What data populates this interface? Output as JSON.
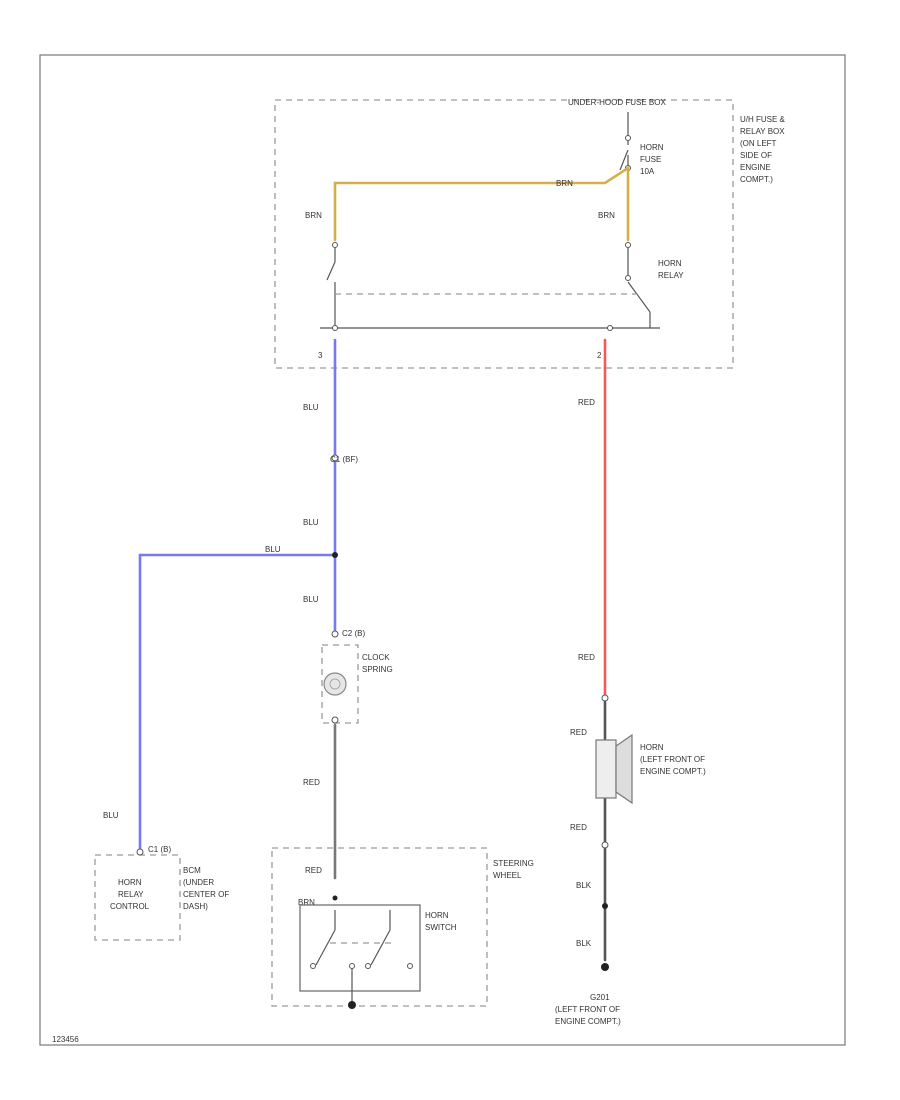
{
  "colors": {
    "brn": "#d4b04a",
    "blu": "#7878f0",
    "red": "#f05a5a",
    "gry": "#777777",
    "blk": "#333333"
  },
  "fuse_panel": {
    "title": "UNDER-HOOD FUSE BOX",
    "desc": [
      "U/H FUSE &",
      "RELAY BOX",
      "(ON LEFT",
      "SIDE OF",
      "ENGINE",
      "COMPT.)"
    ],
    "fuse": [
      "HORN",
      "FUSE",
      "10A"
    ],
    "relay": [
      "HORN",
      "RELAY"
    ],
    "pin_left": "3",
    "pin_right": "2"
  },
  "wires": {
    "brn_top": "BRN",
    "brn_left": "BRN",
    "brn_right": "BRN",
    "blu1": "BLU",
    "blu2": "BLU",
    "blu3": "BLU",
    "blu_branch": "BLU",
    "blu_bottom": "BLU",
    "red1": "RED",
    "red2": "RED",
    "red3": "RED",
    "red4": "RED",
    "blk1": "BLK",
    "blk2": "BLK",
    "gry_mid": "RED"
  },
  "connectors": {
    "c1": "C1 (BF)",
    "c2": "C2 (B)",
    "c3": "C1 (B)"
  },
  "clock_spring": [
    "CLOCK",
    "SPRING"
  ],
  "steering": {
    "label": [
      "STEERING",
      "WHEEL"
    ],
    "pin_top": "RED",
    "pin_mid": "BRN",
    "switch": [
      "HORN",
      "SWITCH"
    ]
  },
  "control": {
    "box": [
      "HORN",
      "RELAY",
      "CONTROL"
    ],
    "desc": [
      "BCM",
      "(UNDER",
      "CENTER OF",
      "DASH)"
    ]
  },
  "horn": {
    "label": [
      "HORN",
      "(LEFT FRONT OF",
      "ENGINE COMPT.)"
    ]
  },
  "ground": {
    "id": "G201",
    "desc": [
      "(LEFT FRONT OF",
      "ENGINE COMPT.)"
    ]
  },
  "footer": "123456"
}
